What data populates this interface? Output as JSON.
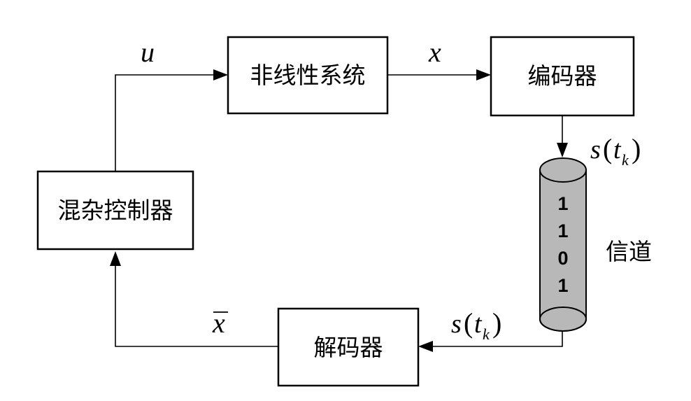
{
  "blocks": {
    "nonlinear_system": "非线性系统",
    "encoder": "编码器",
    "hybrid_controller": "混杂控制器",
    "decoder": "解码器"
  },
  "channel": {
    "label": "信道",
    "bits": [
      "1",
      "1",
      "0",
      "1"
    ],
    "fill_color": "#b8b8b8"
  },
  "signals": {
    "u": "u",
    "x": "x",
    "x_bar": "x",
    "s_function": "s",
    "t_symbol": "t",
    "k_subscript": "k"
  }
}
